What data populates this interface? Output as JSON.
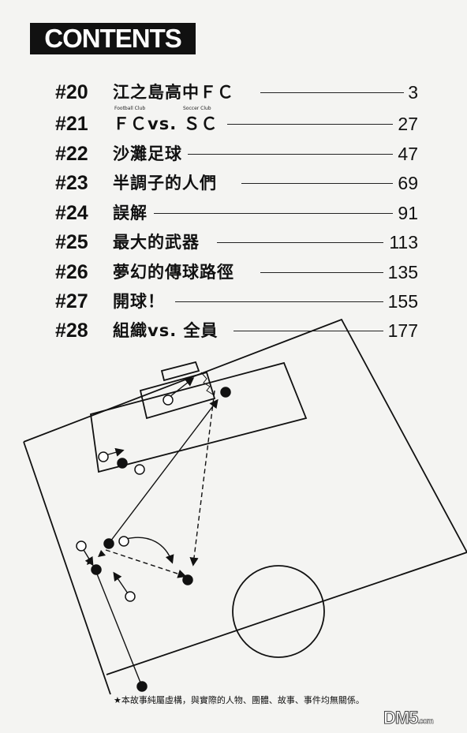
{
  "header": {
    "title": "CONTENTS"
  },
  "chapters": [
    {
      "number": "#20",
      "title": "江之島高中ＦＣ",
      "page": "3"
    },
    {
      "number": "#21",
      "title": "ＦＣvs. ＳＣ",
      "page": "27"
    },
    {
      "number": "#22",
      "title": "沙灘足球",
      "page": "47"
    },
    {
      "number": "#23",
      "title": "半調子的人們",
      "page": "69"
    },
    {
      "number": "#24",
      "title": "誤解",
      "page": "91"
    },
    {
      "number": "#25",
      "title": "最大的武器",
      "page": "113"
    },
    {
      "number": "#26",
      "title": "夢幻的傳球路徑",
      "page": "135"
    },
    {
      "number": "#27",
      "title": "開球！",
      "page": "155"
    },
    {
      "number": "#28",
      "title": "組織vs. 全員",
      "page": "177"
    }
  ],
  "ruby": {
    "fc": "Football Club",
    "sc": "Soccer Club"
  },
  "footnote": "★本故事純屬虛構，與實際的人物、團體、故事、事件均無關係。",
  "watermark": {
    "main": "DM5",
    "suffix": ".com"
  }
}
